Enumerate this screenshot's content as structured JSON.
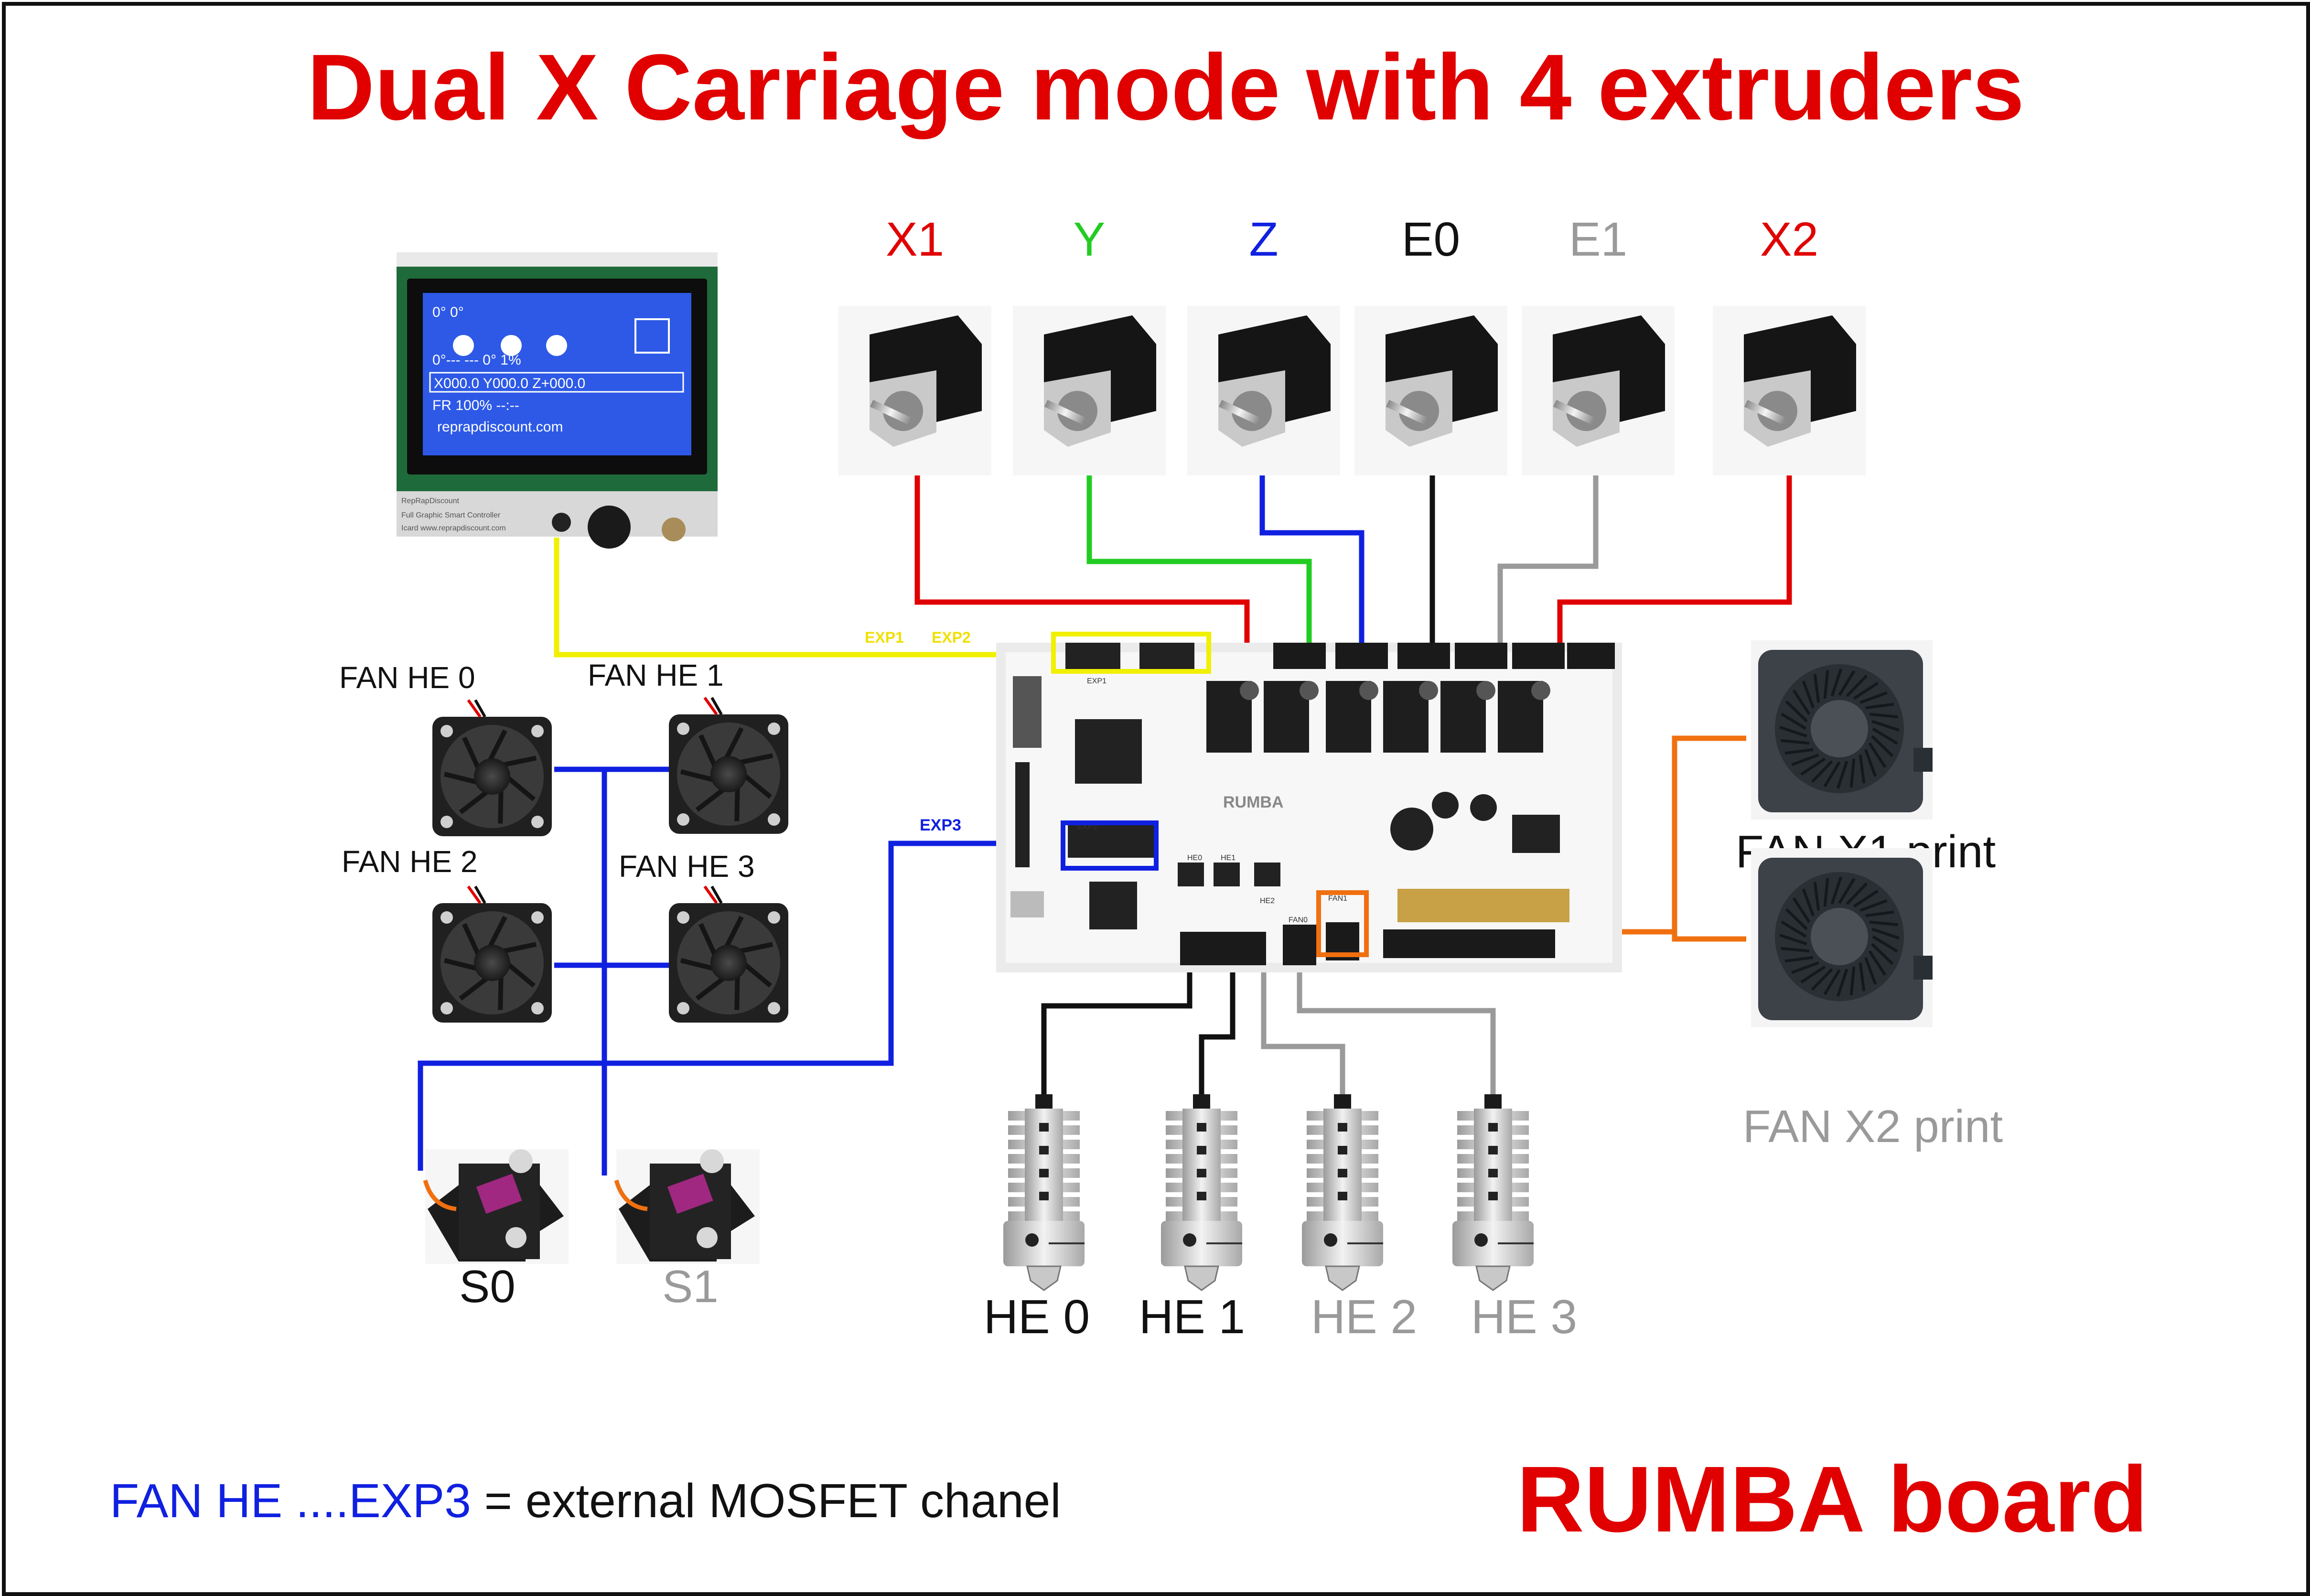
{
  "title": "Dual X Carriage mode with 4 extruders",
  "board_label": "RUMBA board",
  "footnote": {
    "part1": "FAN HE ....EXP3",
    "part2": " = external MOSFET chanel"
  },
  "lcd": {
    "screen_lines": [
      "0°          0°",
      "0°---  ---  0°   1%",
      "X000.0 Y000.0 Z+000.0",
      "FR 100%        --:--",
      "reprapdiscount.com"
    ],
    "caption_lines": [
      "RepRapDiscount",
      "Full Graphic Smart Controller",
      "Icard www.reprapdiscount.com"
    ]
  },
  "motors": [
    {
      "label": "X1",
      "color": "#e00000"
    },
    {
      "label": "Y",
      "color": "#22cc22"
    },
    {
      "label": "Z",
      "color": "#1020e0"
    },
    {
      "label": "E0",
      "color": "#111111"
    },
    {
      "label": "E1",
      "color": "#9a9a9a"
    },
    {
      "label": "X2",
      "color": "#e00000"
    }
  ],
  "connectors": {
    "exp1": "EXP1",
    "exp2": "EXP2",
    "exp3": "EXP3"
  },
  "fans_he": [
    "FAN HE 0",
    "FAN HE 1",
    "FAN HE 2",
    "FAN HE 3"
  ],
  "print_fans": [
    {
      "label": "FAN X1 print",
      "color": "#111111"
    },
    {
      "label": "FAN X2 print",
      "color": "#9a9a9a"
    }
  ],
  "servos": [
    {
      "label": "S0",
      "color": "#111111"
    },
    {
      "label": "S1",
      "color": "#9a9a9a"
    }
  ],
  "hotends": [
    {
      "label": "HE 0",
      "color": "#111111"
    },
    {
      "label": "HE 1",
      "color": "#111111"
    },
    {
      "label": "HE 2",
      "color": "#9a9a9a"
    },
    {
      "label": "HE 3",
      "color": "#9a9a9a"
    }
  ],
  "wire_colors": {
    "red": "#e00000",
    "green": "#22cc22",
    "blue": "#1020e0",
    "black": "#111111",
    "gray": "#9a9a9a",
    "yellow": "#f0f000",
    "orange": "#f07010"
  },
  "board_silk": [
    "RUMBA",
    "HE0",
    "HE1",
    "HE2",
    "FAN0",
    "FAN1",
    "EXP1",
    "EXP3"
  ]
}
